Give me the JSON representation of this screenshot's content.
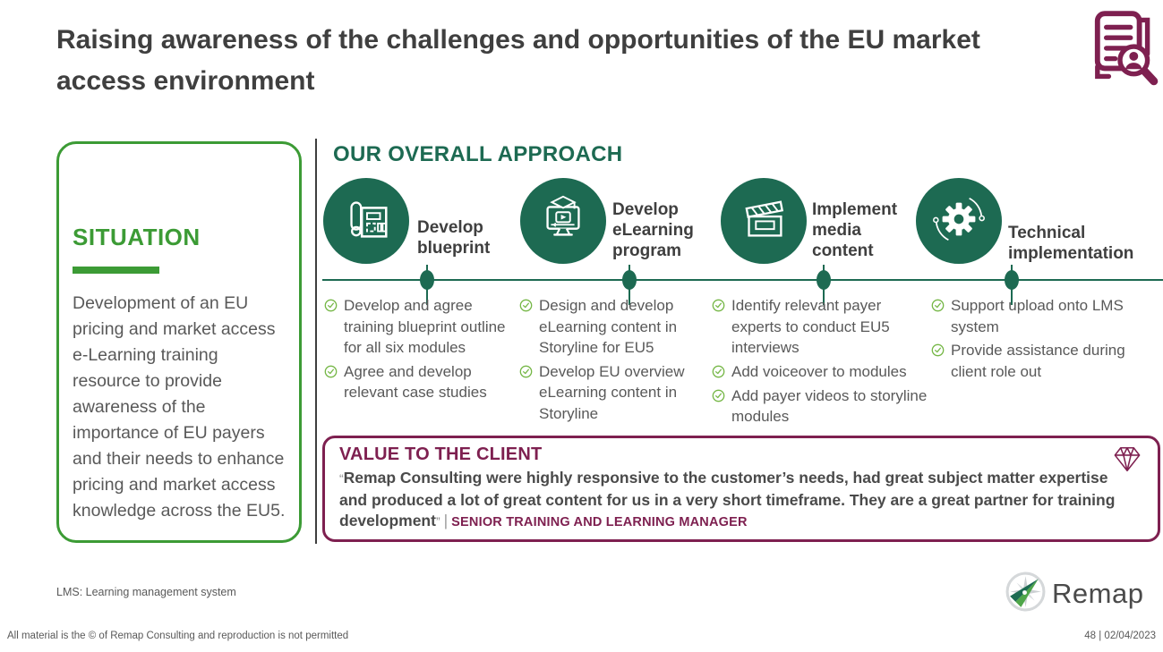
{
  "slide": {
    "title": "Raising awareness of the challenges and opportunities of the EU market access environment",
    "footnote": "LMS: Learning management system",
    "copyright": "All material is the © of Remap Consulting and reproduction is not permitted",
    "page_info": "48 | 02/04/2023",
    "logo_text": "Remap"
  },
  "situation": {
    "heading": "SITUATION",
    "body": "Development of an EU pricing and market access e-Learning training resource to provide awareness of the importance of EU payers and their needs to enhance pricing and market access knowledge across the EU5."
  },
  "approach": {
    "heading": "OUR OVERALL APPROACH",
    "steps": [
      {
        "label": "Develop blueprint",
        "icon": "blueprint-icon",
        "bullets": [
          "Develop and agree training blueprint outline for all six modules",
          "Agree and develop relevant case studies"
        ]
      },
      {
        "label": "Develop eLearning program",
        "icon": "elearning-monitor-icon",
        "bullets": [
          "Design and develop eLearning content in Storyline for EU5",
          "Develop EU overview eLearning content in Storyline"
        ]
      },
      {
        "label": "Implement media content",
        "icon": "clapperboard-icon",
        "bullets": [
          "Identify relevant payer experts to conduct EU5 interviews",
          "Add voiceover to modules",
          "Add payer videos to storyline modules"
        ]
      },
      {
        "label": "Technical implementation",
        "icon": "gear-icon",
        "bullets": [
          "Support upload onto LMS system",
          "Provide assistance during client role out"
        ]
      }
    ]
  },
  "value": {
    "heading": "VALUE TO THE CLIENT",
    "quote_open": "“",
    "quote": "Remap Consulting were highly responsive to the customer’s needs, had great subject matter expertise and produced a lot of great content for us in a very short timeframe. They are a great partner for training development",
    "quote_close": "”",
    "separator": "|",
    "attribution": "SENIOR TRAINING AND LEARNING MANAGER"
  },
  "colors": {
    "brand_dark_green": "#1d6a52",
    "bright_green": "#3c9b35",
    "check_green": "#76b747",
    "maroon": "#7e2050",
    "title_gray": "#3f3f3f",
    "body_gray": "#595959"
  }
}
